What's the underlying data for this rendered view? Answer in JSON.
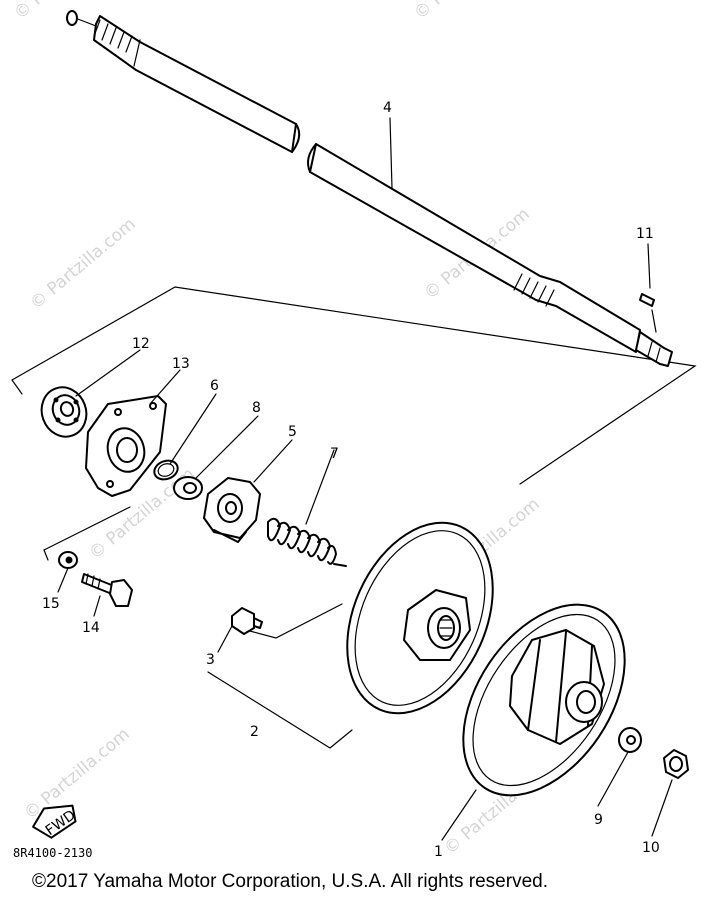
{
  "watermark": "© Partzilla.com",
  "part_code": "8R4100-2130",
  "copyright": "©2017  Yamaha Motor Corporation, U.S.A. All rights reserved.",
  "fwd_label": "FWD",
  "callouts": {
    "c1": "1",
    "c2": "2",
    "c3": "3",
    "c4": "4",
    "c5": "5",
    "c6": "6",
    "c7": "7",
    "c8": "8",
    "c9": "9",
    "c10": "10",
    "c11": "11",
    "c12": "12",
    "c13": "13",
    "c14": "14",
    "c15": "15"
  }
}
